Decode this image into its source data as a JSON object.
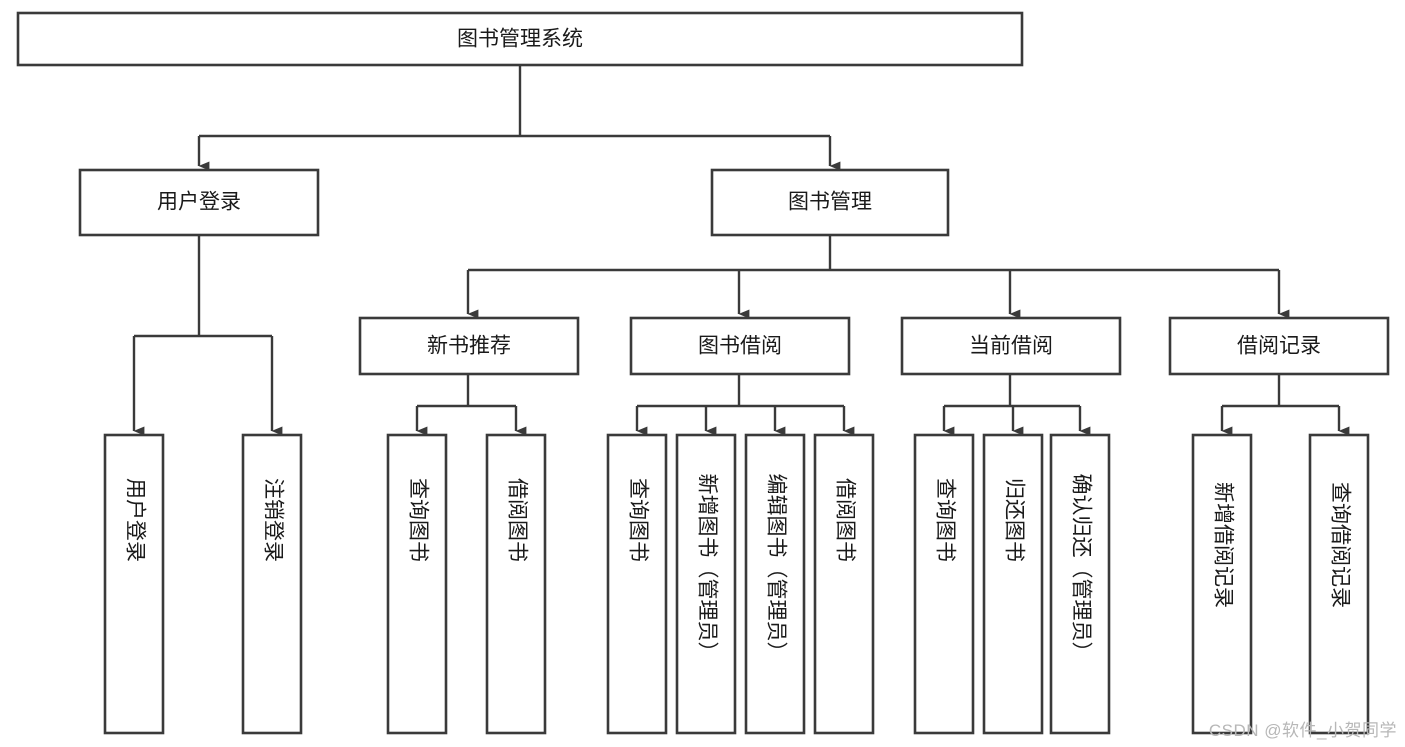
{
  "diagram": {
    "title": "图书管理系统",
    "type": "tree",
    "watermark": "CSDN @软件_小贺同学",
    "colors": {
      "box_stroke": "#3a3a3a",
      "box_fill": "#ffffff",
      "connector": "#3a3a3a",
      "label_text": "#1a1a1a",
      "watermark_text": "#b7b7b7",
      "background": "#ffffff"
    },
    "nodes": {
      "root": {
        "label": "图书管理系统"
      },
      "level2": [
        {
          "id": "user-login",
          "label": "用户登录"
        },
        {
          "id": "book-manage",
          "label": "图书管理"
        }
      ],
      "level3": [
        {
          "id": "new-book-recommend",
          "label": "新书推荐"
        },
        {
          "id": "book-borrow",
          "label": "图书借阅"
        },
        {
          "id": "current-borrow",
          "label": "当前借阅"
        },
        {
          "id": "borrow-record",
          "label": "借阅记录"
        }
      ],
      "leaves": {
        "user-login": [
          {
            "id": "leaf-user-login",
            "label": "用户登录"
          },
          {
            "id": "leaf-logout-login",
            "label": "注销登录"
          }
        ],
        "new-book-recommend": [
          {
            "id": "leaf-query-book-1",
            "label": "查询图书"
          },
          {
            "id": "leaf-borrow-book-1",
            "label": "借阅图书"
          }
        ],
        "book-borrow": [
          {
            "id": "leaf-query-book-2",
            "label": "查询图书"
          },
          {
            "id": "leaf-add-book",
            "label": "新增图书（管理员）"
          },
          {
            "id": "leaf-edit-book",
            "label": "编辑图书（管理员）"
          },
          {
            "id": "leaf-borrow-book-2",
            "label": "借阅图书"
          }
        ],
        "current-borrow": [
          {
            "id": "leaf-query-book-3",
            "label": "查询图书"
          },
          {
            "id": "leaf-return-book",
            "label": "归还图书"
          },
          {
            "id": "leaf-confirm-return",
            "label": "确认归还（管理员）"
          }
        ],
        "borrow-record": [
          {
            "id": "leaf-add-record",
            "label": "新增借阅记录"
          },
          {
            "id": "leaf-query-record",
            "label": "查询借阅记录"
          }
        ]
      }
    }
  }
}
